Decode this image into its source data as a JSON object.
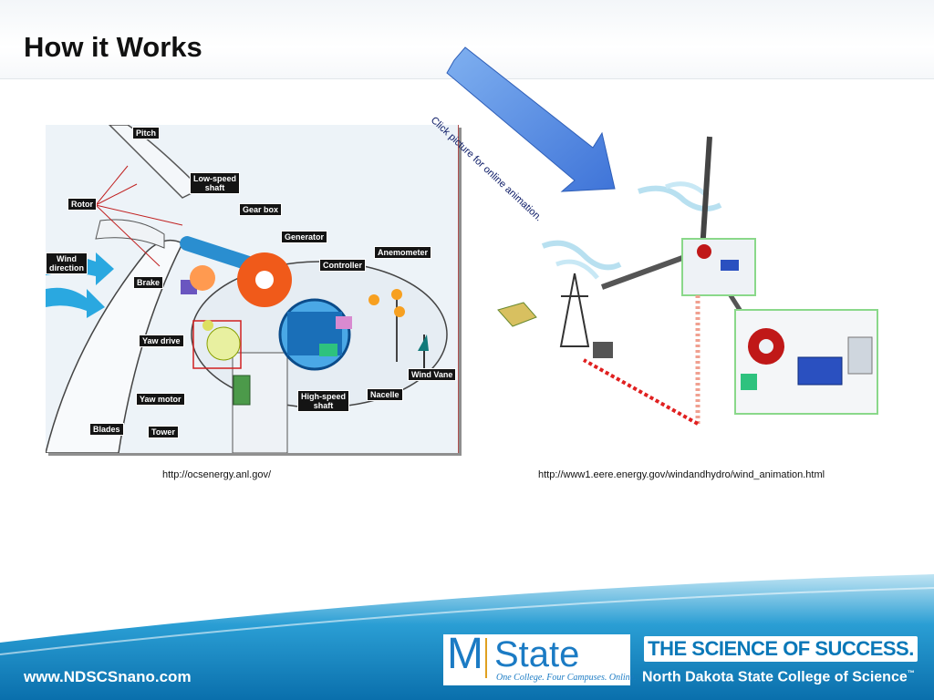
{
  "slide": {
    "title": "How it Works"
  },
  "diagram": {
    "labels": {
      "pitch": "Pitch",
      "low_speed_shaft": "Low-speed\nshaft",
      "rotor": "Rotor",
      "gear_box": "Gear box",
      "generator": "Generator",
      "wind_direction": "Wind\ndirection",
      "controller": "Controller",
      "anemometer": "Anemometer",
      "brake": "Brake",
      "yaw_drive": "Yaw drive",
      "wind_vane": "Wind Vane",
      "yaw_motor": "Yaw motor",
      "high_speed_shaft": "High-speed\nshaft",
      "nacelle": "Nacelle",
      "blades": "Blades",
      "tower": "Tower"
    },
    "caption": "http://ocsenergy.anl.gov/"
  },
  "animation": {
    "callout": "Click picture for online animation.",
    "caption": "http://www1.eere.energy.gov/windandhydro/wind_animation.html"
  },
  "footer": {
    "url": "www.NDSCSnano.com",
    "mstate_logo": {
      "word1": "M",
      "word2": "State",
      "tagline": "One College. Four Campuses. Online."
    },
    "ndscs_logo": {
      "line1": "THE SCIENCE OF SUCCESS.",
      "line2": "North Dakota State College of Science",
      "tm": "™"
    }
  },
  "colors": {
    "accent_blue": "#1b8bc7",
    "footer_blue": "#0a78b8",
    "callout_blue": "#5b8fe0"
  }
}
